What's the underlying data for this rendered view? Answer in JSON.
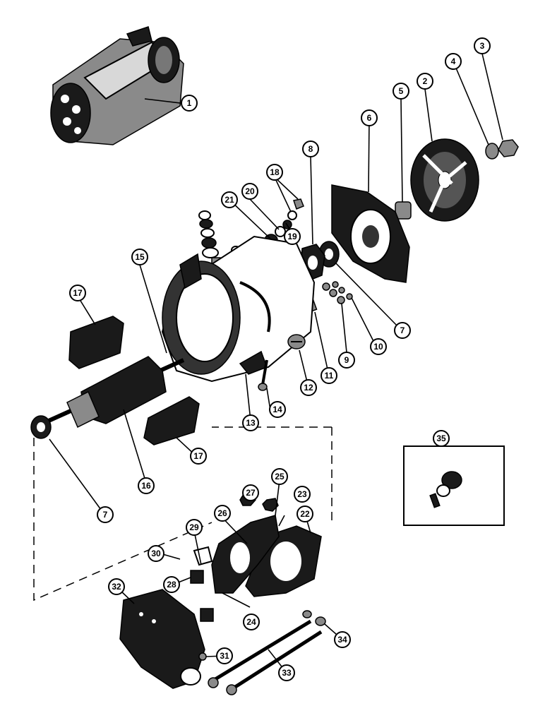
{
  "callouts": [
    {
      "id": "c1",
      "label": "1"
    },
    {
      "id": "c2",
      "label": "2"
    },
    {
      "id": "c3",
      "label": "3"
    },
    {
      "id": "c4",
      "label": "4"
    },
    {
      "id": "c5",
      "label": "5"
    },
    {
      "id": "c6",
      "label": "6"
    },
    {
      "id": "c7a",
      "label": "7"
    },
    {
      "id": "c7b",
      "label": "7"
    },
    {
      "id": "c8",
      "label": "8"
    },
    {
      "id": "c9",
      "label": "9"
    },
    {
      "id": "c10",
      "label": "10"
    },
    {
      "id": "c11",
      "label": "11"
    },
    {
      "id": "c12",
      "label": "12"
    },
    {
      "id": "c13",
      "label": "13"
    },
    {
      "id": "c14",
      "label": "14"
    },
    {
      "id": "c15",
      "label": "15"
    },
    {
      "id": "c16",
      "label": "16"
    },
    {
      "id": "c17a",
      "label": "17"
    },
    {
      "id": "c17b",
      "label": "17"
    },
    {
      "id": "c18",
      "label": "18"
    },
    {
      "id": "c19",
      "label": "19"
    },
    {
      "id": "c20",
      "label": "20"
    },
    {
      "id": "c21",
      "label": "21"
    },
    {
      "id": "c22",
      "label": "22"
    },
    {
      "id": "c23",
      "label": "23"
    },
    {
      "id": "c24",
      "label": "24"
    },
    {
      "id": "c25",
      "label": "25"
    },
    {
      "id": "c26",
      "label": "26"
    },
    {
      "id": "c27",
      "label": "27"
    },
    {
      "id": "c28",
      "label": "28"
    },
    {
      "id": "c29",
      "label": "29"
    },
    {
      "id": "c30",
      "label": "30"
    },
    {
      "id": "c31",
      "label": "31"
    },
    {
      "id": "c32",
      "label": "32"
    },
    {
      "id": "c33",
      "label": "33"
    },
    {
      "id": "c34",
      "label": "34"
    },
    {
      "id": "c35",
      "label": "35"
    }
  ]
}
